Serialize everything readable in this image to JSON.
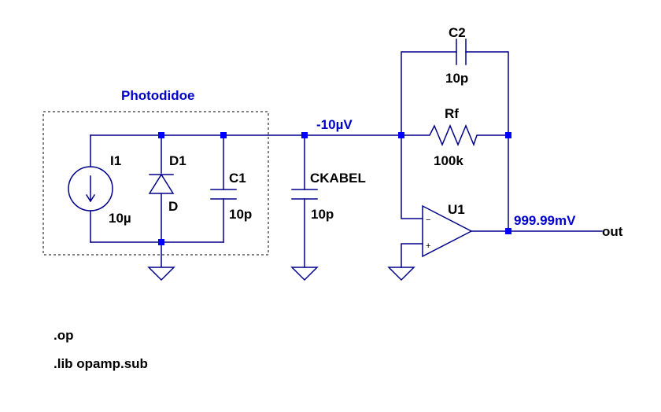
{
  "group_label": "Photodidoe",
  "components": {
    "I1": {
      "ref": "I1",
      "value": "10µ"
    },
    "D1": {
      "ref": "D1",
      "value": "D"
    },
    "C1": {
      "ref": "C1",
      "value": "10p"
    },
    "CKABEL": {
      "ref": "CKABEL",
      "value": "10p"
    },
    "C2": {
      "ref": "C2",
      "value": "10p"
    },
    "Rf": {
      "ref": "Rf",
      "value": "100k"
    },
    "U1": {
      "ref": "U1",
      "minus": "−",
      "plus": "+"
    }
  },
  "node_voltages": {
    "inverting_node": "-10µV",
    "output_node": "999.99mV"
  },
  "net_labels": {
    "output": "out"
  },
  "directives": [
    ".op",
    ".lib opamp.sub"
  ],
  "colors": {
    "wire": "#00008b",
    "junction": "#0000ff",
    "annotation": "#0000cc",
    "text": "#000000"
  }
}
